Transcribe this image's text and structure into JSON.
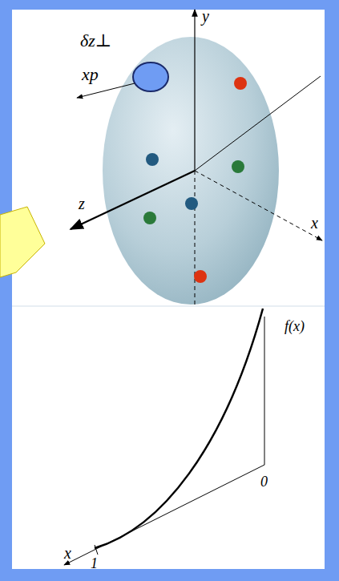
{
  "diagram": {
    "labels": [
      "y",
      "δz⊥",
      "xp",
      "z",
      "x",
      "f(x)",
      "0",
      "x",
      "1"
    ]
  }
}
